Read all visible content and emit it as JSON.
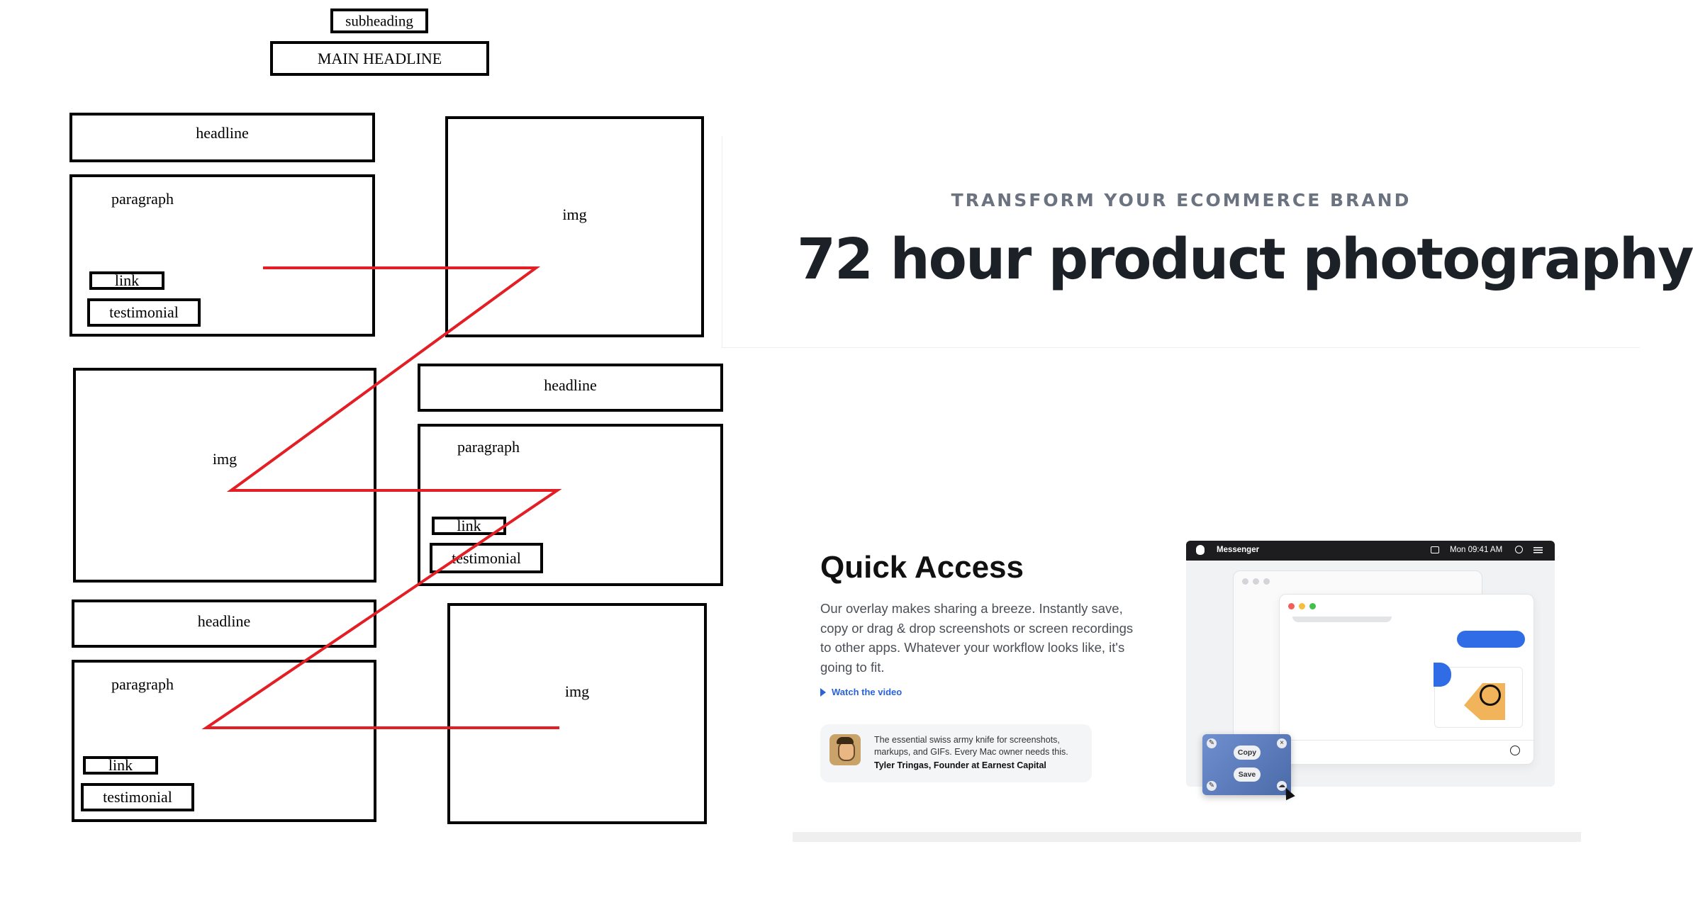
{
  "wireframe": {
    "subheading": "subheading",
    "main_headline": "MAIN HEADLINE",
    "row1": {
      "headline": "headline",
      "paragraph": "paragraph",
      "link": "link",
      "testimonial": "testimonial",
      "img": "img"
    },
    "row2": {
      "headline": "headline",
      "paragraph": "paragraph",
      "link": "link",
      "testimonial": "testimonial",
      "img": "img"
    },
    "row3": {
      "headline": "headline",
      "paragraph": "paragraph",
      "link": "link",
      "testimonial": "testimonial",
      "img": "img"
    },
    "connector_color": "#e31e24"
  },
  "hero": {
    "subheading": "TRANSFORM YOUR ECOMMERCE BRAND",
    "title": "72 hour product photography"
  },
  "feature": {
    "title": "Quick Access",
    "paragraph": "Our overlay makes sharing a breeze. Instantly save, copy or drag & drop screenshots or screen recordings to other apps. Whatever your workflow looks like, it's going to fit.",
    "link_label": "Watch the video",
    "link_color": "#2962d9",
    "testimonial": {
      "quote": "The essential swiss army knife for screenshots, markups, and GIFs. Every Mac owner needs this.",
      "author": "Tyler Tringas, Founder at Earnest Capital"
    },
    "mockup": {
      "app_name": "Messenger",
      "clock": "Mon 09:41 AM",
      "overlay_copy": "Copy",
      "overlay_save": "Save"
    }
  }
}
